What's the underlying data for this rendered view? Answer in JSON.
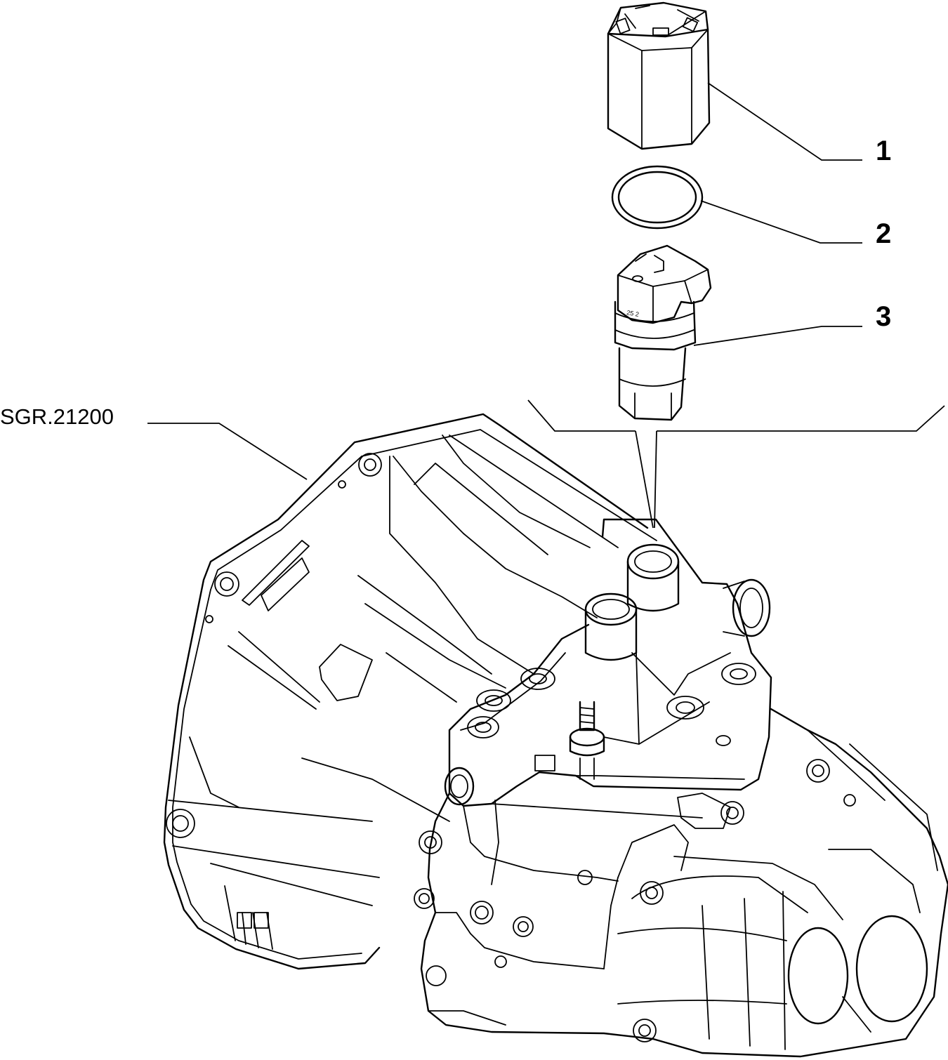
{
  "diagram": {
    "reference_label": "SGR.21200",
    "callouts": [
      {
        "number": "1",
        "item": "hexagonal plug / adapter"
      },
      {
        "number": "2",
        "item": "sealing ring"
      },
      {
        "number": "3",
        "item": "speed sensor"
      }
    ]
  }
}
